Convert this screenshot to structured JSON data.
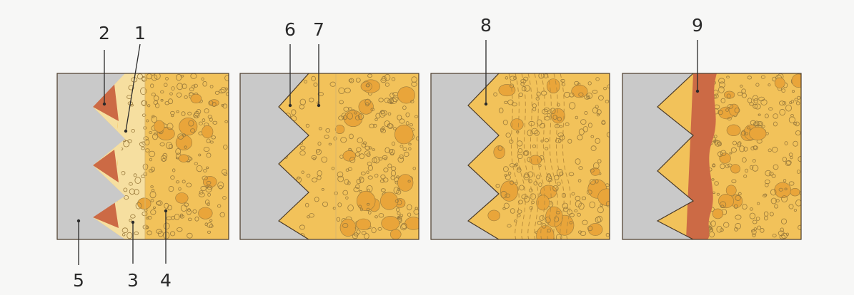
{
  "labels": {
    "l1": "1",
    "l2": "2",
    "l3": "3",
    "l4": "4",
    "l5": "5",
    "l6": "6",
    "l7": "7",
    "l8": "8",
    "l9": "9"
  },
  "colors": {
    "background": "#f7f7f6",
    "implant": "#c9c9c9",
    "bone_matrix": "#f2c25a",
    "gap_tissue": "#f6dfa0",
    "red_tissue": "#cc6a45",
    "vessel": "#e9a53a",
    "outline": "#4a3a28"
  }
}
